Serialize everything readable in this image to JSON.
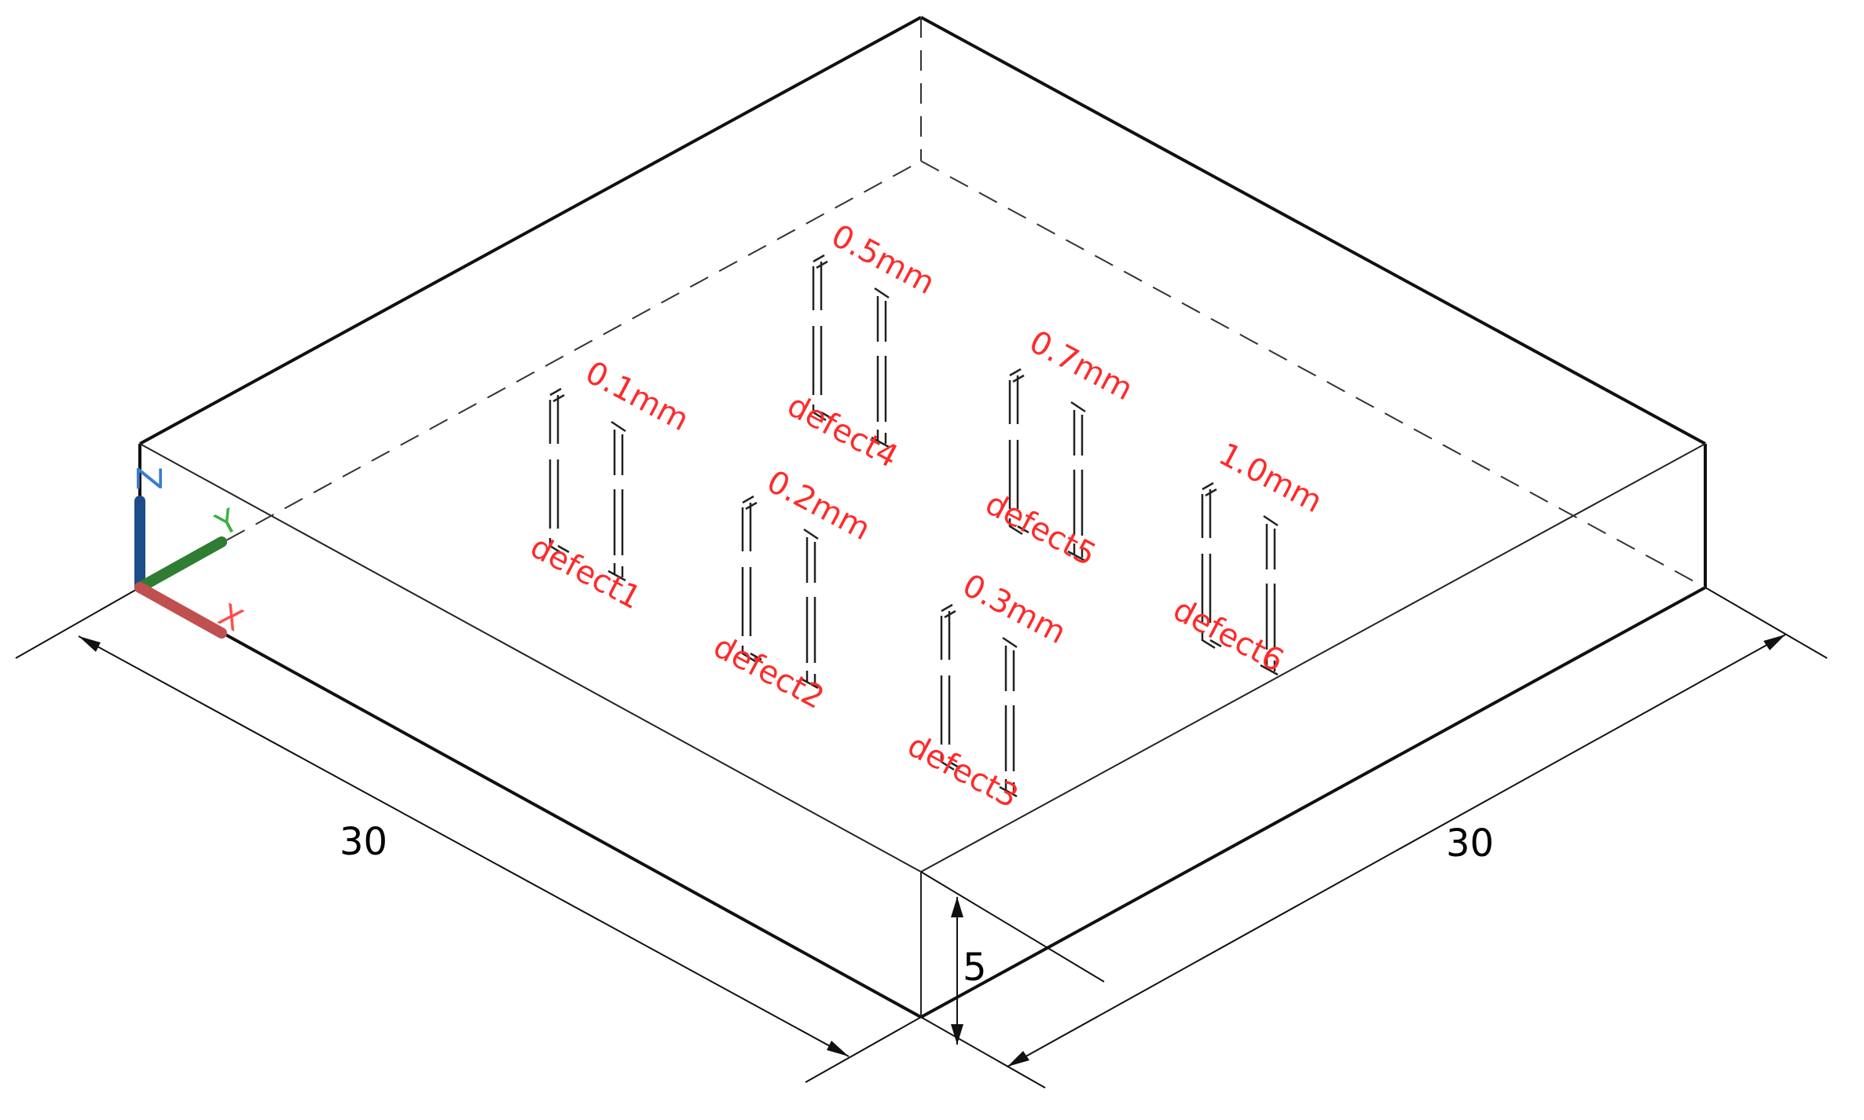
{
  "colors": {
    "annotation": "#ff2a2a",
    "axis_x": "#c05050",
    "axis_y": "#2e7d32",
    "axis_z": "#1e4b8a",
    "axis_x_label": "#ff4d4d",
    "axis_y_label": "#3cb043",
    "axis_z_label": "#3a7bd5"
  },
  "dimensions": {
    "width": "30",
    "depth": "30",
    "height": "5"
  },
  "axes": {
    "x": "X",
    "y": "Y",
    "z": "Z"
  },
  "defects": [
    {
      "name": "defect1",
      "size": "0.1mm"
    },
    {
      "name": "defect2",
      "size": "0.2mm"
    },
    {
      "name": "defect3",
      "size": "0.3mm"
    },
    {
      "name": "defect4",
      "size": "0.5mm"
    },
    {
      "name": "defect5",
      "size": "0.7mm"
    },
    {
      "name": "defect6",
      "size": "1.0mm"
    }
  ]
}
